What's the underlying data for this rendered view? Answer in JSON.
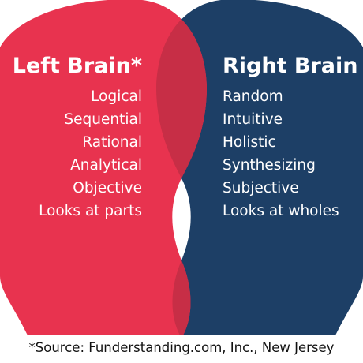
{
  "left": {
    "title": "Left Brain*",
    "items": [
      "Logical",
      "Sequential",
      "Rational",
      "Analytical",
      "Objective",
      "Looks at parts"
    ]
  },
  "right": {
    "title": "Right Brain",
    "items": [
      "Random",
      "Intuitive",
      "Holistic",
      "Synthesizing",
      "Subjective",
      "Looks at wholes"
    ]
  },
  "source": "*Source: Funderstanding.com, Inc., New Jersey",
  "colors": {
    "left_head": "#e8334f",
    "right_head": "#1d3f66",
    "overlap": "#c72e46",
    "text": "#ffffff",
    "source_text": "#111111"
  }
}
